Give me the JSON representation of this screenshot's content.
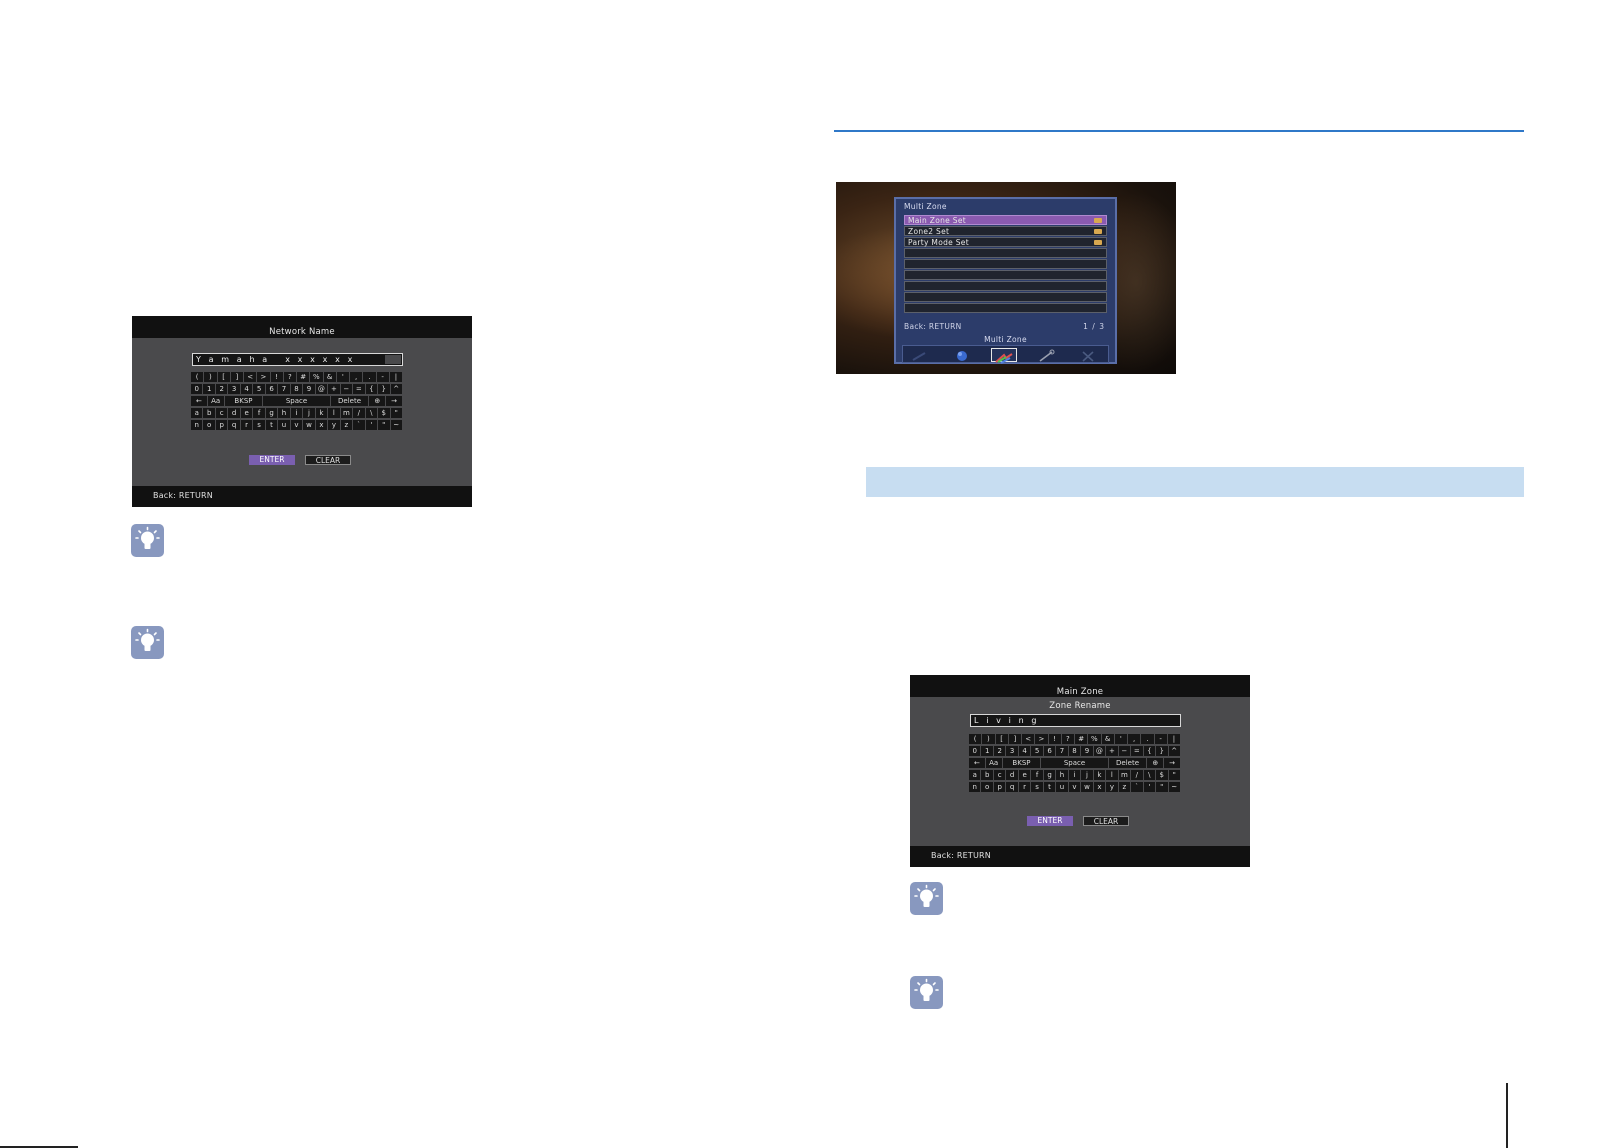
{
  "network_screen": {
    "title": "Network Name",
    "field_value": "Y a m a h a   x x x x x x",
    "keyboard_rows": [
      [
        "(",
        ")",
        "[",
        "]",
        "<",
        ">",
        "!",
        "?",
        "#",
        "%",
        "&",
        "'",
        ",",
        ".",
        "-",
        "|"
      ],
      [
        "0",
        "1",
        "2",
        "3",
        "4",
        "5",
        "6",
        "7",
        "8",
        "9",
        "@",
        "+",
        "−",
        "=",
        "{",
        "}",
        "^"
      ],
      [
        "a",
        "b",
        "c",
        "d",
        "e",
        "f",
        "g",
        "h",
        "i",
        "j",
        "k",
        "l",
        "m",
        "/",
        "\\",
        "$",
        "\""
      ],
      [
        "n",
        "o",
        "p",
        "q",
        "r",
        "s",
        "t",
        "u",
        "v",
        "w",
        "x",
        "y",
        "z",
        "`",
        "'",
        "\"",
        "~"
      ]
    ],
    "function_row": {
      "left": "←",
      "case": "Aa",
      "bksp": "BKSP",
      "space": "Space",
      "delete": "Delete",
      "globe": "⊕",
      "right": "→"
    },
    "enter_label": "ENTER",
    "clear_label": "CLEAR",
    "back_label": "Back: RETURN"
  },
  "zone_screen": {
    "title": "Main Zone",
    "subtitle": "Zone Rename",
    "field_value": "L i v i n g",
    "enter_label": "ENTER",
    "clear_label": "CLEAR",
    "back_label": "Back: RETURN"
  },
  "multizone_screen": {
    "title": "Multi Zone",
    "items": [
      "Main Zone Set",
      "Zone2 Set",
      "Party Mode Set"
    ],
    "back_label": "Back: RETURN",
    "page": "1 / 3",
    "subtitle": "Multi Zone",
    "icons": [
      "speaker-icon",
      "globe-icon",
      "multi-zone-icon",
      "wrench-icon",
      "tools-icon"
    ]
  },
  "colors": {
    "accent_blue": "#2f78c8",
    "band_blue": "#c7ddf1",
    "tip_icon": "#8898bf",
    "enter_button": "#7a5fb0"
  }
}
